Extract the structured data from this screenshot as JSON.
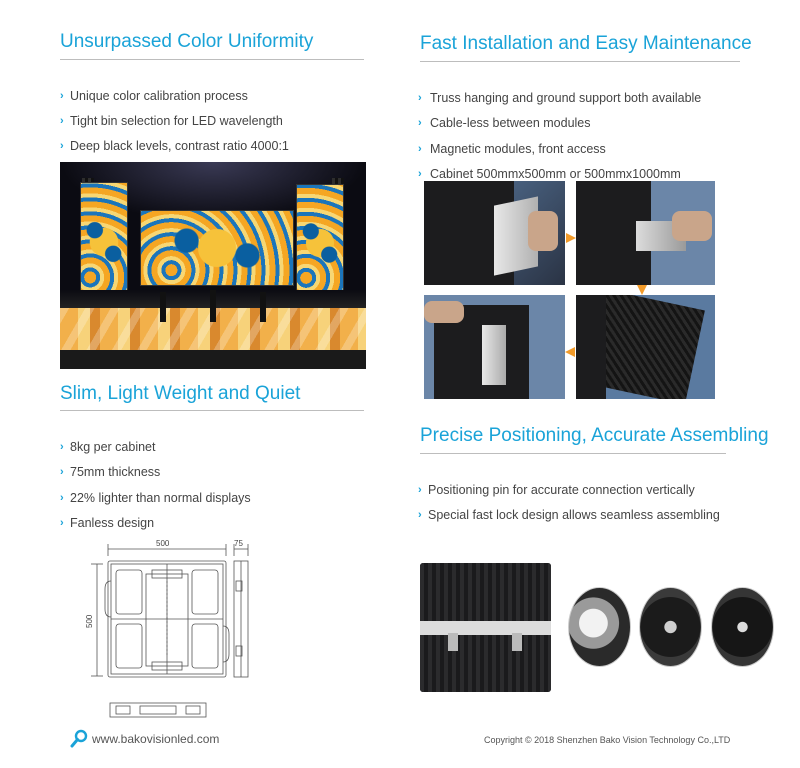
{
  "colors": {
    "accent": "#1aa3d8",
    "arrow": "#f29b2a",
    "text": "#444444"
  },
  "sections": {
    "color_uniformity": {
      "title": "Unsurpassed Color Uniformity",
      "bullets": [
        "Unique color calibration process",
        "Tight bin selection for LED wavelength",
        "Deep black levels, contrast ratio 4000:1"
      ]
    },
    "installation": {
      "title": "Fast Installation and Easy Maintenance",
      "bullets": [
        "Truss hanging and ground support both available",
        "Cable-less between modules",
        "Magnetic modules, front access",
        "Cabinet 500mmx500mm or 500mmx1000mm"
      ]
    },
    "slim": {
      "title": "Slim, Light Weight and Quiet",
      "bullets": [
        "8kg per cabinet",
        "75mm thickness",
        "22% lighter than normal displays",
        "Fanless design"
      ]
    },
    "positioning": {
      "title": "Precise Positioning, Accurate Assembling",
      "bullets": [
        "Positioning pin for accurate connection vertically",
        "Special fast lock design allows seamless assembling"
      ]
    }
  },
  "drawing": {
    "width_label": "500",
    "height_label": "500",
    "depth_label": "75"
  },
  "footer": {
    "website": "www.bakovisionled.com",
    "copyright": "Copyright © 2018 Shenzhen Bako Vision Technology Co.,LTD",
    "icon": "search-icon"
  }
}
